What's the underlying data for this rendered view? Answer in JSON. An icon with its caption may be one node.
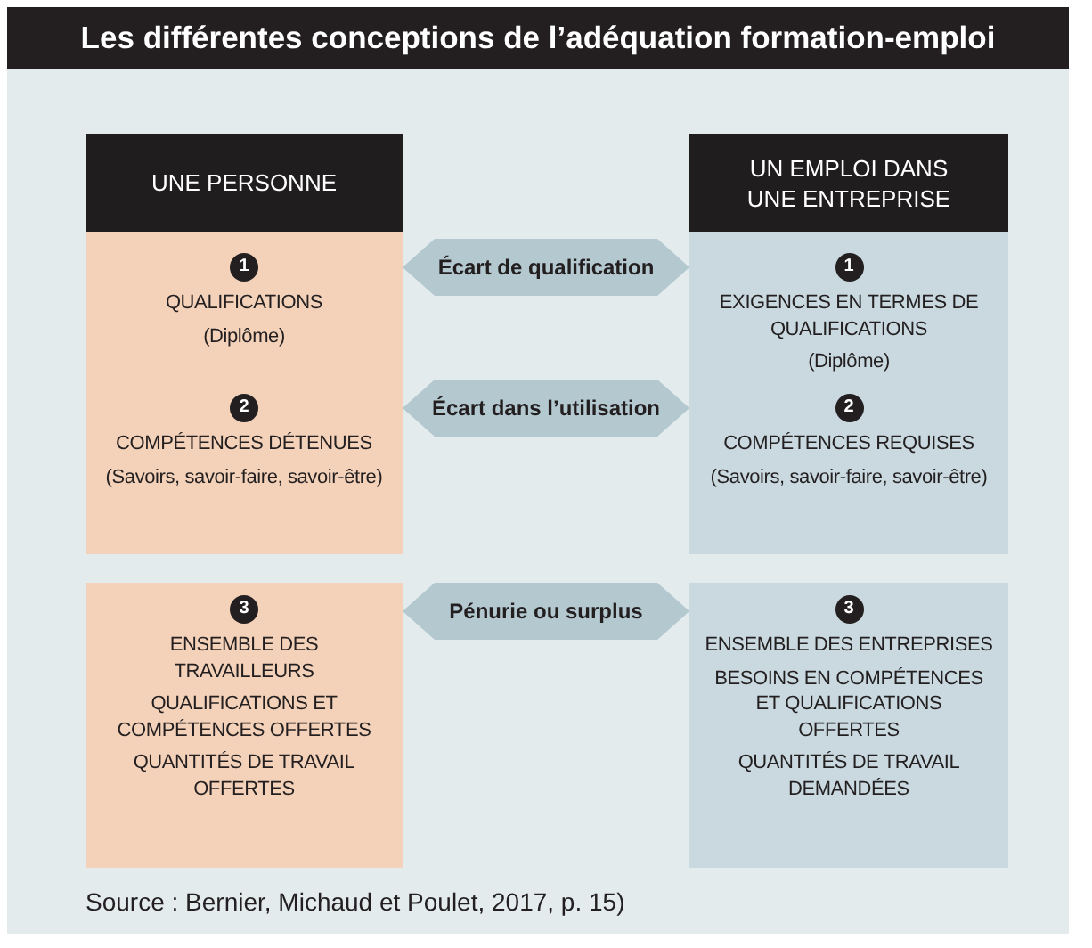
{
  "diagram": {
    "title": "Les différentes conceptions de l’adéquation formation-emploi",
    "caption": "Source : Bernier, Michaud et Poulet, 2017, p. 15)",
    "nodes": [
      {
        "text": [
          "UNE PERSONNE"
        ]
      },
      {
        "text": [
          "UN EMPLOI DANS UNE ENTREPRISE"
        ]
      },
      {
        "text": [
          "1",
          "QUALIFICATIONS",
          "(Diplôme)",
          "2",
          "COMPÉTENCES DÉTENUES",
          "(Savoirs, savoir-faire, savoir-être)"
        ]
      },
      {
        "text": [
          "1",
          "EXIGENCES EN TERMES DE QUALIFICATIONS",
          "(Diplôme)",
          "2",
          "COMPÉTENCES REQUISES",
          "(Savoirs, savoir-faire, savoir-être)"
        ]
      },
      {
        "text": [
          "3",
          "ENSEMBLE DES TRAVAILLEURS",
          "QUALIFICATIONS ET COMPÉTENCES OFFERTES",
          "QUANTITÉS DE TRAVAIL OFFERTES"
        ]
      },
      {
        "text": [
          "3",
          "ENSEMBLE DES ENTREPRISES",
          "BESOINS EN COMPÉTENCES ET QUALIFICATIONS OFFERTES",
          "QUANTITÉS DE TRAVAIL DEMANDÉES"
        ]
      }
    ],
    "edges": [
      {
        "from": 2,
        "to": 3,
        "arrow": "both",
        "label": "Écart de qualification"
      },
      {
        "from": 2,
        "to": 3,
        "arrow": "both",
        "label": "Écart dans l’utilisation"
      },
      {
        "from": 4,
        "to": 5,
        "arrow": "both",
        "label": "Pénurie ou surplus"
      }
    ]
  }
}
